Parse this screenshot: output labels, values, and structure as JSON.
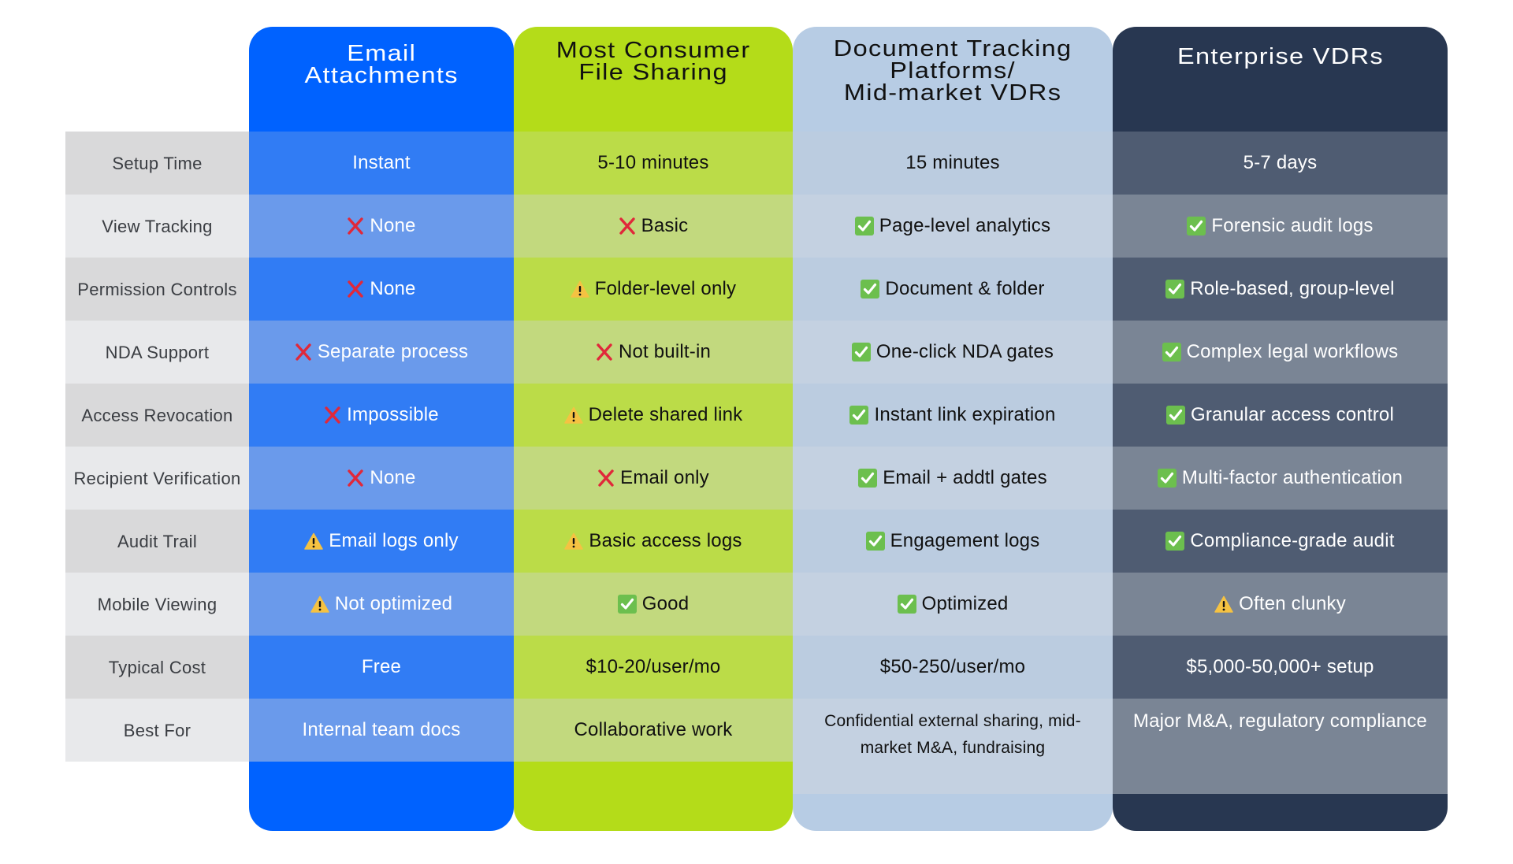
{
  "colors": {
    "email": "#0062ff",
    "consumer": "#b4dc19",
    "doc_tracking": "#b7cce4",
    "enterprise": "#283751",
    "check": "#6cbf4e",
    "cross": "#e0283a",
    "warning": "#f5c242"
  },
  "row_labels": [
    "Setup Time",
    "View Tracking",
    "Permission Controls",
    "NDA Support",
    "Access Revocation",
    "Recipient Verification",
    "Audit Trail",
    "Mobile Viewing",
    "Typical Cost",
    "Best For"
  ],
  "columns": [
    {
      "title": "Email\nAttachments",
      "cells": [
        {
          "icon": "none",
          "text": "Instant"
        },
        {
          "icon": "cross-icon",
          "text": "None"
        },
        {
          "icon": "cross-icon",
          "text": "None"
        },
        {
          "icon": "cross-icon",
          "text": "Separate process"
        },
        {
          "icon": "cross-icon",
          "text": "Impossible"
        },
        {
          "icon": "cross-icon",
          "text": "None"
        },
        {
          "icon": "warning-icon",
          "text": "Email logs only"
        },
        {
          "icon": "warning-icon",
          "text": "Not optimized"
        },
        {
          "icon": "none",
          "text": "Free"
        },
        {
          "icon": "none",
          "text": "Internal team docs"
        }
      ]
    },
    {
      "title": "Most Consumer\nFile Sharing",
      "cells": [
        {
          "icon": "none",
          "text": "5-10 minutes"
        },
        {
          "icon": "cross-icon",
          "text": "Basic"
        },
        {
          "icon": "warning-icon",
          "text": "Folder-level only"
        },
        {
          "icon": "cross-icon",
          "text": "Not built-in"
        },
        {
          "icon": "warning-icon",
          "text": "Delete shared link"
        },
        {
          "icon": "cross-icon",
          "text": "Email only"
        },
        {
          "icon": "warning-icon",
          "text": "Basic access logs"
        },
        {
          "icon": "check-icon",
          "text": "Good"
        },
        {
          "icon": "none",
          "text": "$10-20/user/mo"
        },
        {
          "icon": "none",
          "text": "Collaborative work"
        }
      ]
    },
    {
      "title": "Document Tracking\nPlatforms/\nMid-market VDRs",
      "cells": [
        {
          "icon": "none",
          "text": "15 minutes"
        },
        {
          "icon": "check-icon",
          "text": "Page-level analytics"
        },
        {
          "icon": "check-icon",
          "text": "Document & folder"
        },
        {
          "icon": "check-icon",
          "text": "One-click NDA gates"
        },
        {
          "icon": "check-icon",
          "text": "Instant link expiration"
        },
        {
          "icon": "check-icon",
          "text": "Email + addtl gates"
        },
        {
          "icon": "check-icon",
          "text": "Engagement logs"
        },
        {
          "icon": "check-icon",
          "text": "Optimized"
        },
        {
          "icon": "none",
          "text": "$50-250/user/mo"
        },
        {
          "icon": "none",
          "text": "Confidential external sharing, mid-market M&A, fundraising"
        }
      ]
    },
    {
      "title": "Enterprise VDRs",
      "cells": [
        {
          "icon": "none",
          "text": "5-7 days"
        },
        {
          "icon": "check-icon",
          "text": "Forensic audit logs"
        },
        {
          "icon": "check-icon",
          "text": "Role-based, group-level"
        },
        {
          "icon": "check-icon",
          "text": "Complex legal workflows"
        },
        {
          "icon": "check-icon",
          "text": "Granular access control"
        },
        {
          "icon": "check-icon",
          "text": "Multi-factor authentication"
        },
        {
          "icon": "check-icon",
          "text": "Compliance-grade audit"
        },
        {
          "icon": "warning-icon",
          "text": "Often clunky"
        },
        {
          "icon": "none",
          "text": "$5,000-50,000+ setup"
        },
        {
          "icon": "none",
          "text": "Major M&A, regulatory compliance"
        }
      ]
    }
  ]
}
